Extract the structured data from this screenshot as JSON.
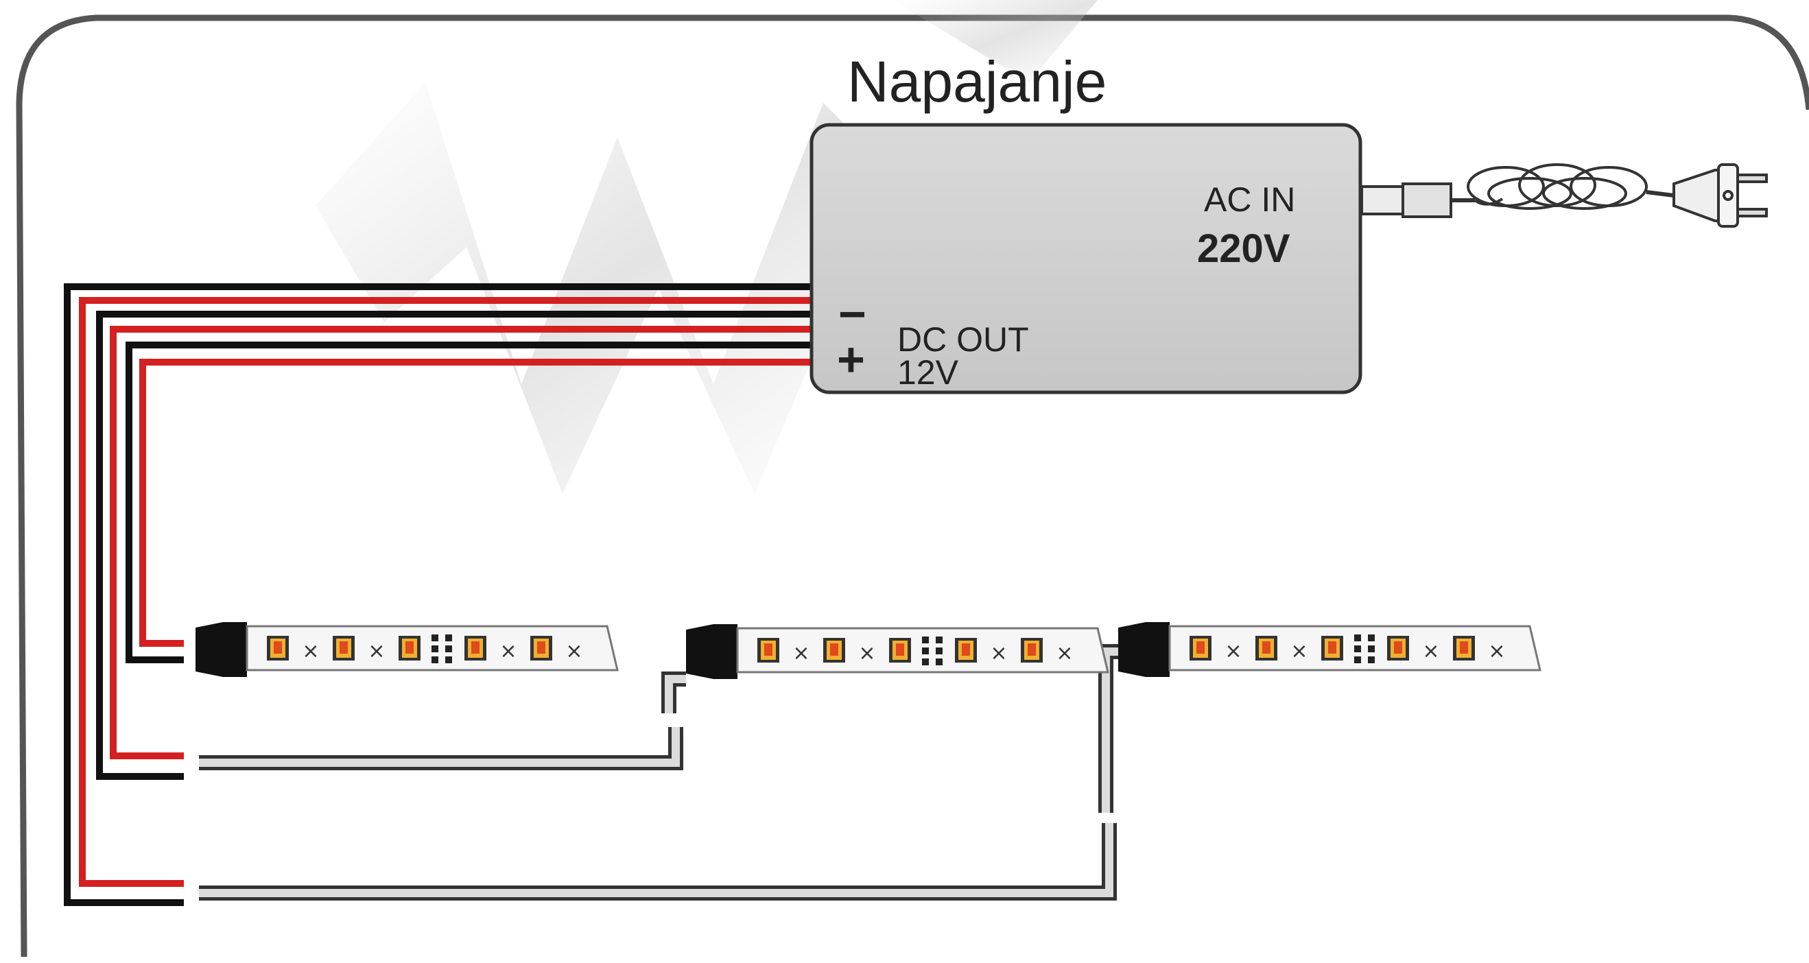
{
  "title": "Napajanje",
  "psu": {
    "ac_label": "AC IN",
    "ac_voltage": "220V",
    "dc_label": "DC OUT",
    "dc_voltage": "12V",
    "minus": "−",
    "plus": "+"
  },
  "colors": {
    "wire_positive": "#d42020",
    "wire_negative": "#111111",
    "psu_fill": "#d2d2d2",
    "cable_gray": "#b8b8b8"
  },
  "strips": [
    {
      "name": "led-strip-1",
      "led_pattern": [
        "led",
        "x",
        "led",
        "x",
        "led",
        "chip",
        "led",
        "x",
        "led",
        "x"
      ]
    },
    {
      "name": "led-strip-2",
      "led_pattern": [
        "led",
        "x",
        "led",
        "x",
        "led",
        "chip",
        "led",
        "x",
        "led",
        "x"
      ]
    },
    {
      "name": "led-strip-3",
      "led_pattern": [
        "led",
        "x",
        "led",
        "x",
        "led",
        "chip",
        "led",
        "x",
        "led",
        "x"
      ]
    }
  ],
  "icons": [
    "power-plug-icon",
    "coiled-cord-icon",
    "dc-connector-icon"
  ]
}
